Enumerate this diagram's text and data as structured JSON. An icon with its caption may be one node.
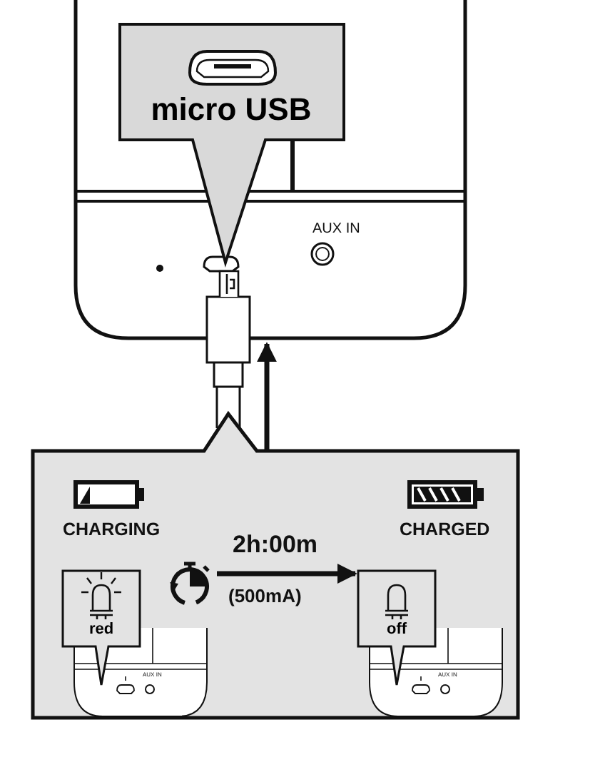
{
  "diagram": {
    "nodes": [
      {
        "text": [
          "micro USB"
        ],
        "in": 1
      },
      {
        "text": [],
        "shape": "picture"
      },
      {
        "text": [],
        "shape": "box"
      },
      {
        "text": [
          "red"
        ],
        "in": 2
      },
      {
        "text": [
          "off"
        ],
        "in": 2
      },
      {
        "text": [],
        "shape": "picture",
        "in": 2
      }
    ],
    "edges": [
      {
        "from": 2,
        "to": 1,
        "arrow": "to"
      },
      {
        "from": 5,
        "to": 4,
        "arrow": "to"
      }
    ],
    "labels": [
      "AUX IN",
      "CHARGING",
      "CHARGED",
      "2h:00m",
      "(500mA)",
      "AUX IN",
      "AUX IN"
    ]
  }
}
